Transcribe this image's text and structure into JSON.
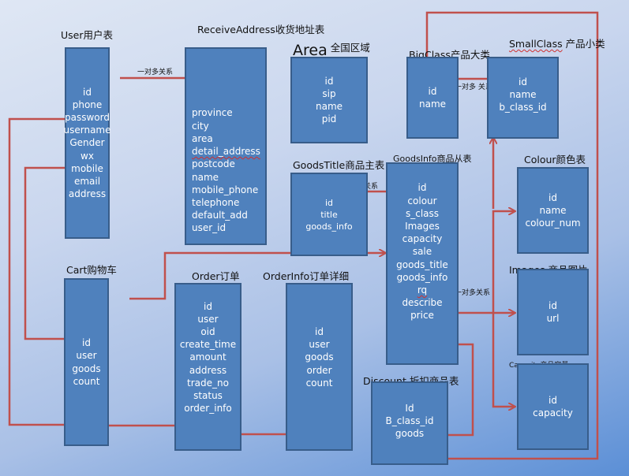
{
  "relationship_label": "一对多关系",
  "relationship_label_spaced": "一对多 关系",
  "tables": {
    "user": {
      "title": "User用户表",
      "fields": [
        "id",
        "phone",
        "password",
        "username",
        "Gender",
        "wx",
        "mobile",
        "email",
        "address"
      ]
    },
    "receive_address": {
      "title": "ReceiveAddress收货地址表",
      "fields": [
        "province",
        "city",
        "area",
        "detail_address",
        "postcode",
        "name",
        "mobile_phone",
        "telephone",
        "default_add",
        "user_id"
      ]
    },
    "area": {
      "title_main": "Area",
      "title_sub": "全国区域",
      "fields": [
        "id",
        "sip",
        "name",
        "pid"
      ]
    },
    "big_class": {
      "title_main": "BigClass",
      "title_sub": "产品大类",
      "fields": [
        "id",
        "name"
      ]
    },
    "small_class": {
      "title_main": "SmallClass",
      "title_sub": " 产品小类",
      "fields": [
        "id",
        "name",
        "b_class_id"
      ]
    },
    "goods_title": {
      "title": "GoodsTitle商品主表",
      "fields": [
        "id",
        "title",
        "goods_info"
      ]
    },
    "goods_info": {
      "title": "GoodsInfo商品从表",
      "fields": [
        "id",
        "colour",
        "s_class",
        "Images",
        "capacity",
        "sale",
        "goods_title",
        "goods_info",
        "rq",
        "describe",
        "price"
      ]
    },
    "colour": {
      "title": "Colour颜色表",
      "fields": [
        "id",
        "name",
        "colour_num"
      ]
    },
    "images": {
      "title": "Images 商品图片",
      "fields": [
        "id",
        "url"
      ]
    },
    "capacity": {
      "title": "Capacity产品容量",
      "fields": [
        "id",
        "capacity"
      ]
    },
    "cart": {
      "title": "Cart购物车",
      "fields": [
        "id",
        "user",
        "goods",
        "count"
      ]
    },
    "order": {
      "title": "Order订单",
      "fields": [
        "id",
        "user",
        "oid",
        "create_time",
        "amount",
        "address",
        "trade_no",
        "status",
        "order_info"
      ]
    },
    "order_info": {
      "title": "OrderInfo订单详细",
      "fields": [
        "id",
        "user",
        "goods",
        "order",
        "count"
      ]
    },
    "discount": {
      "title": "Discount 折扣商品表",
      "fields": [
        "Id",
        "B_class_id",
        "goods"
      ]
    }
  },
  "colors": {
    "box_fill": "#4f81bd",
    "box_border": "#385d8a",
    "connector": "#c0504d"
  }
}
